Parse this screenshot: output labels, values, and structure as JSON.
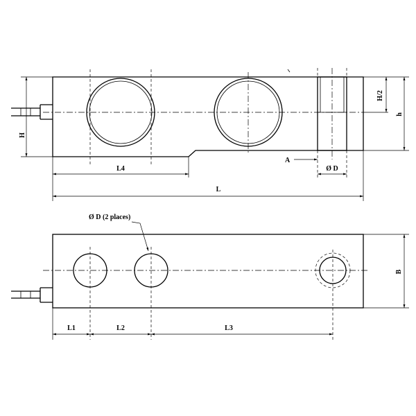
{
  "labels": {
    "H": "H",
    "H_half": "H/2",
    "h": "h",
    "A": "A",
    "D": "Ø D",
    "L": "L",
    "L4": "L4",
    "D_places": "Ø D (2 places)",
    "B": "B",
    "L1": "L1",
    "L2": "L2",
    "L3": "L3"
  }
}
